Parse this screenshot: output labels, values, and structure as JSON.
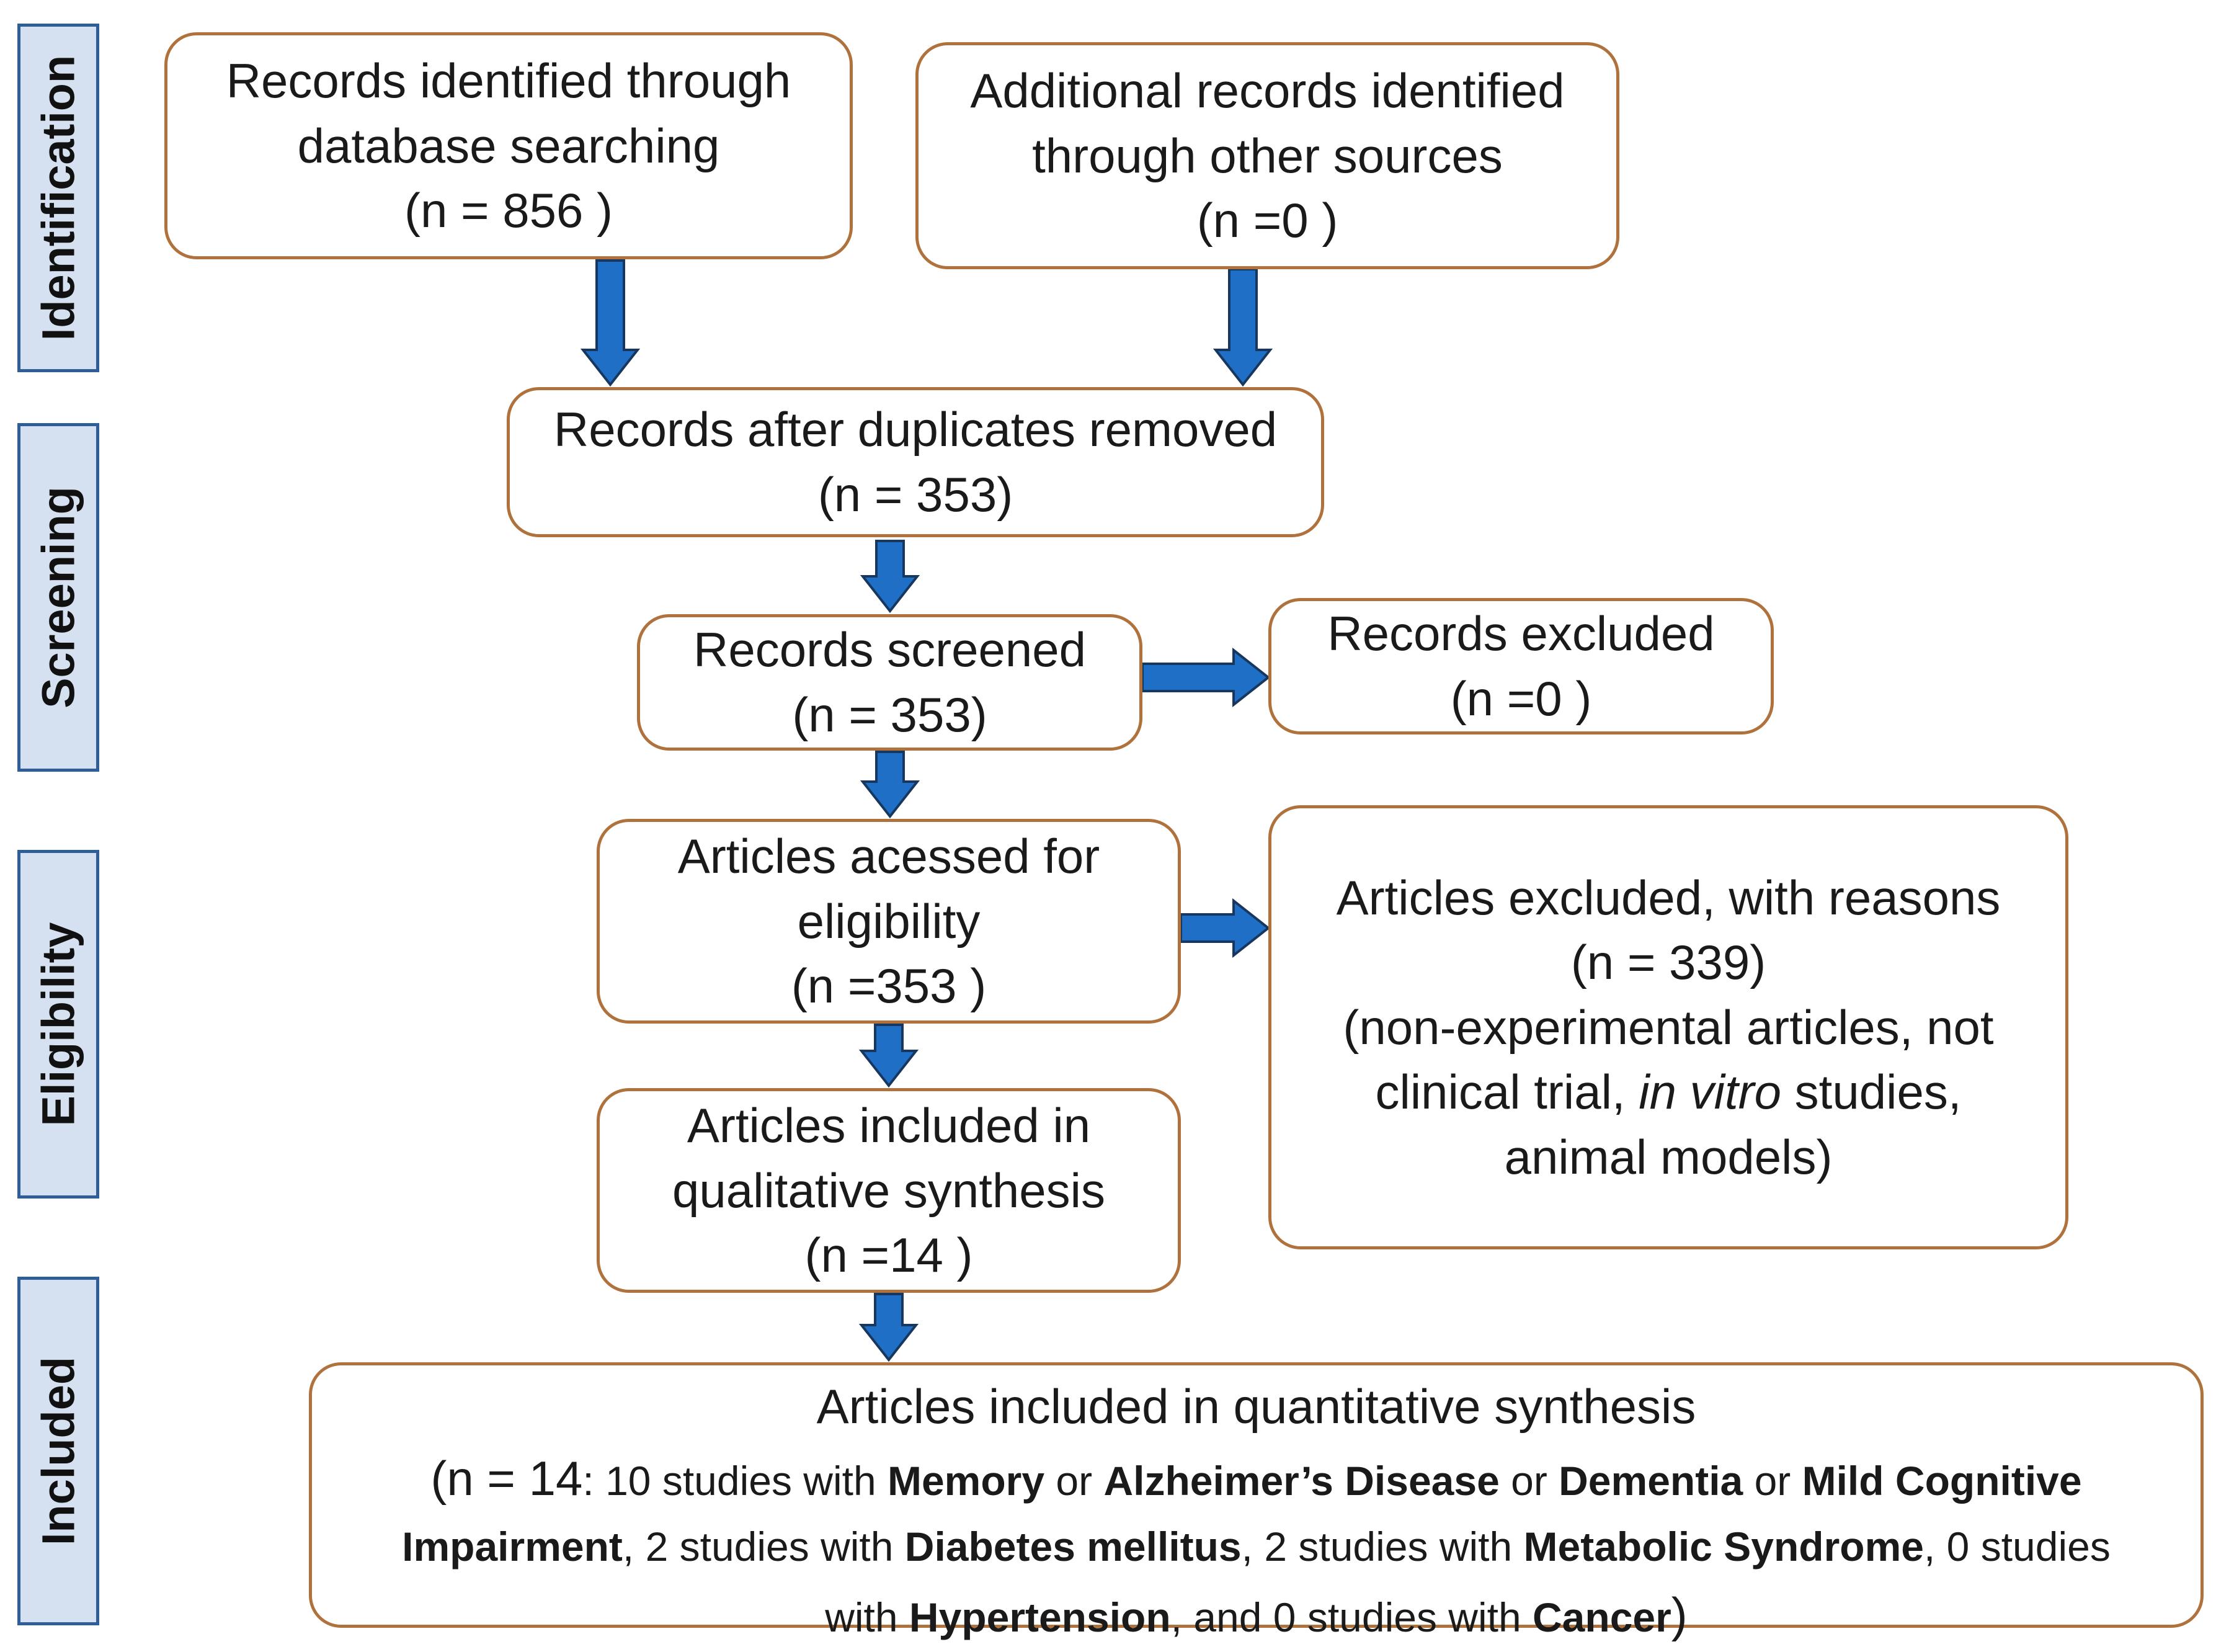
{
  "stages": [
    "Identification",
    "Screening",
    "Eligibility",
    "Included"
  ],
  "boxes": {
    "database": {
      "line1": "Records identified through",
      "line2": "database searching",
      "count": "(n = 856 )"
    },
    "other_sources": {
      "line1": "Additional records identified",
      "line2": "through other sources",
      "count": "(n =0 )"
    },
    "deduplicated": {
      "line1": "Records after duplicates removed",
      "count": "(n = 353)"
    },
    "screened": {
      "line1": "Records screened",
      "count": "(n = 353)"
    },
    "excluded": {
      "line1": "Records excluded",
      "count": "(n =0 )"
    },
    "eligibility": {
      "line1": "Articles acessed for",
      "line2": "eligibility",
      "count": "(n =353 )"
    },
    "excluded_reasons": {
      "line1": "Articles excluded, with reasons",
      "count": "(n = 339)",
      "reason1": "(non-experimental articles, not",
      "reason2_pre": "clinical trial, ",
      "reason2_em": "in vitro",
      "reason2_post": " studies,",
      "reason3": "animal models)"
    },
    "qualitative": {
      "line1": "Articles included in",
      "line2": "qualitative synthesis",
      "count": "(n =14 )"
    },
    "quantitative": {
      "title": "Articles included in quantitative synthesis",
      "open": "(n = 14",
      "t1": ": 10 studies with  ",
      "memory": "Memory",
      "or1": " or ",
      "alzheimers": "Alzheimer’s Disease",
      "or2": " or ",
      "dementia": "Dementia",
      "or3": " or ",
      "mci_1": "Mild Cognitive",
      "mci_2": "Impairment",
      "t2": ", 2 studies with ",
      "diabetes": "Diabetes mellitus",
      "t3": ", 2 studies with ",
      "metabolic": "Metabolic Syndrome",
      "t4": ", 0 studies",
      "t5": "with ",
      "hypertension": "Hypertension",
      "t6": ", and 0 studies with ",
      "cancer": "Cancer",
      "close": ")"
    }
  },
  "colors": {
    "arrow_fill": "#1f6fc6",
    "arrow_stroke": "#17375e",
    "box_border": "#b0723d",
    "stage_fill": "#d5e1f0",
    "stage_border": "#2f5d95"
  }
}
